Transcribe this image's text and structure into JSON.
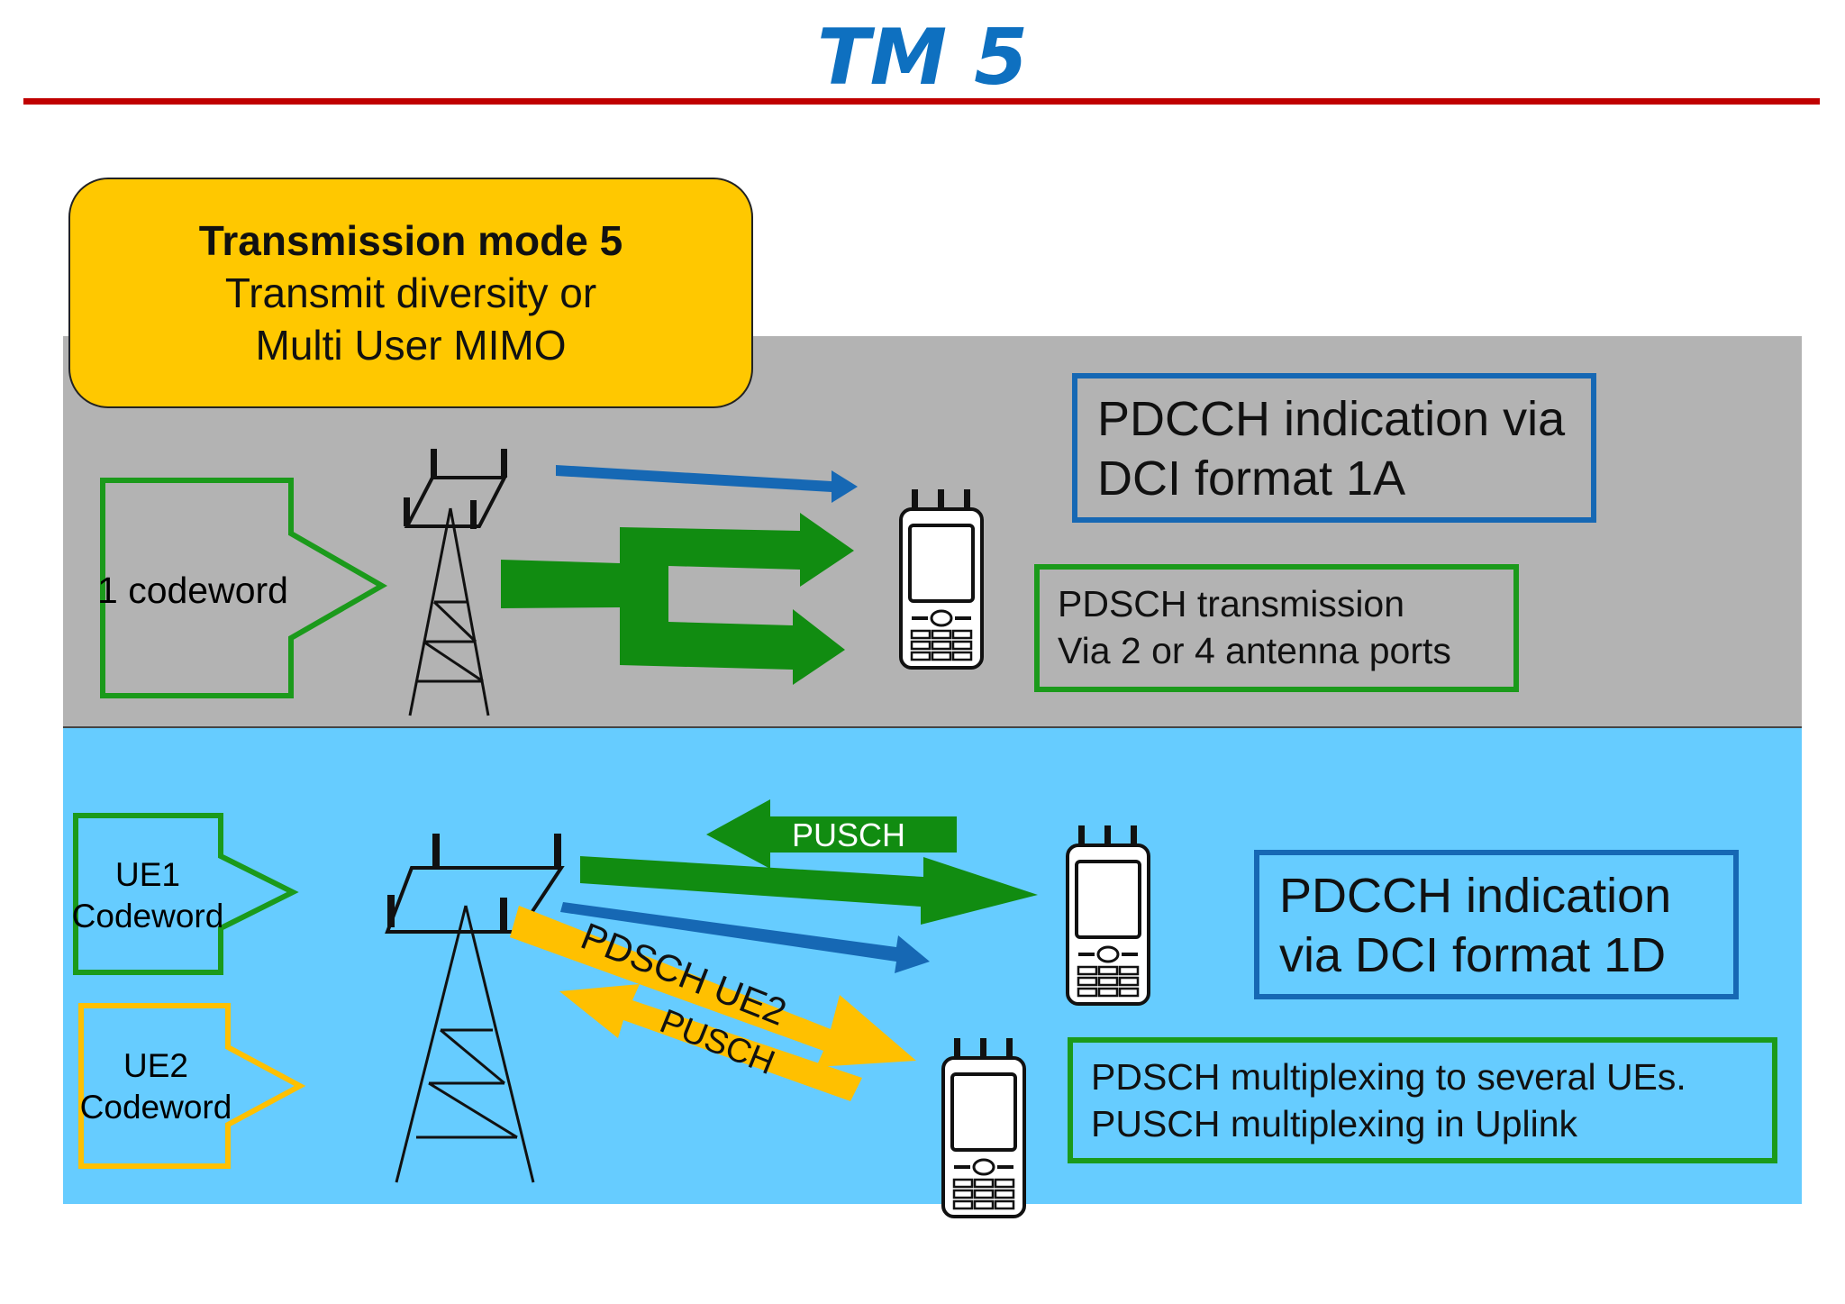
{
  "title": "TM 5",
  "colors": {
    "title_blue": "#0e70c0",
    "rule_red": "#c00000",
    "top_panel_gray": "#b3b3b3",
    "bottom_panel_blue": "#66ccff",
    "mode_box_yellow": "#ffc800",
    "arrow_green": "#118c11",
    "arrow_blue": "#1668b4",
    "arrow_yellow": "#ffc000",
    "box_border_blue": "#1668b4",
    "box_border_green": "#1b9a1b"
  },
  "mode_box": {
    "heading": "Transmission mode 5",
    "line1": "Transmit diversity or",
    "line2": "Multi User MIMO"
  },
  "top_panel": {
    "codeword_label": "1 codeword",
    "pdcch_box": {
      "line1": "PDCCH indication via",
      "line2": "DCI format 1A"
    },
    "pdsch_box": {
      "line1": "PDSCH transmission",
      "line2": "Via 2  or 4 antenna ports"
    },
    "icons": [
      "codeword-arrow-icon",
      "base-station-tower-icon",
      "mobile-phone-icon"
    ]
  },
  "bottom_panel": {
    "ue1_label": {
      "line1": "UE1",
      "line2": "Codeword"
    },
    "ue2_label": {
      "line1": "UE2",
      "line2": "Codeword"
    },
    "pusch_top_label": "PUSCH",
    "pdsch_ue2_label": "PDSCH UE2",
    "pusch_bottom_label": "PUSCH",
    "pdcch_box": {
      "line1": "PDCCH indication",
      "line2": "via DCI format 1D"
    },
    "pdsch_box": {
      "line1": "PDSCH multiplexing to several UEs.",
      "line2": "PUSCH multiplexing in Uplink"
    },
    "icons": [
      "codeword-arrow-icon",
      "base-station-tower-icon",
      "mobile-phone-icon"
    ]
  }
}
